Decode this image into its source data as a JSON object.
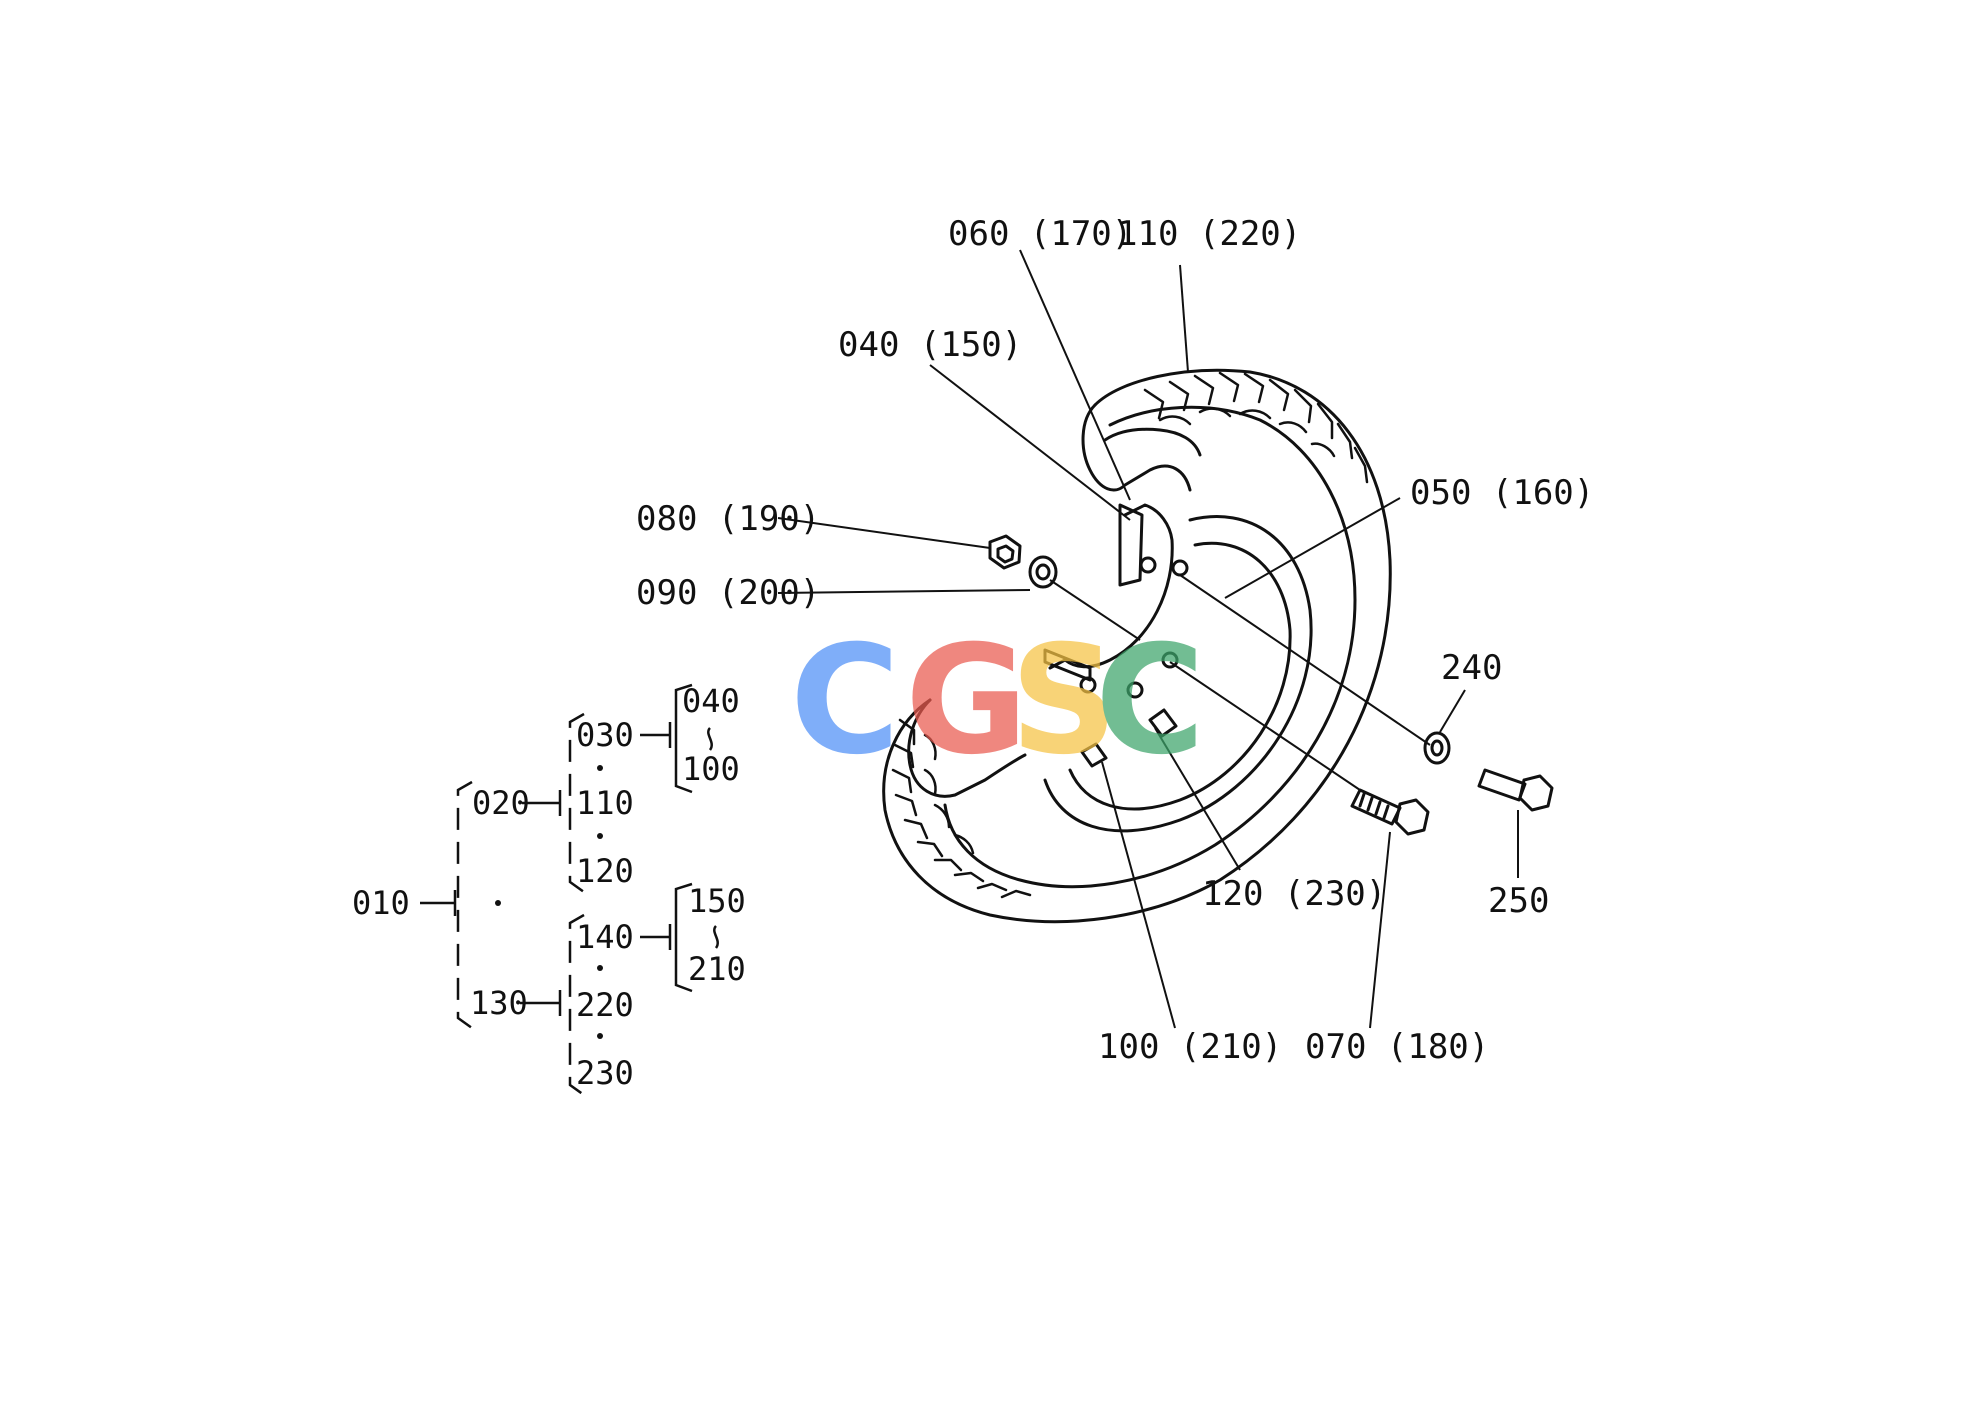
{
  "callouts": {
    "c060": "060 (170)",
    "c110": "110 (220)",
    "c040": "040 (150)",
    "c080": "080 (190)",
    "c090": "090 (200)",
    "c050": "050 (160)",
    "c240": "240",
    "c250": "250",
    "c120": "120 (230)",
    "c100": "100 (210)",
    "c070": "070 (180)"
  },
  "hierarchy": {
    "n010": "010",
    "n020": "020",
    "n130": "130",
    "n030": "030",
    "n110": "110",
    "n120": "120",
    "n140": "140",
    "n220": "220",
    "n230": "230",
    "n040": "040",
    "n100": "100",
    "n150": "150",
    "n210": "210"
  },
  "watermark": {
    "letters": [
      "C",
      "G",
      "S",
      "C"
    ],
    "colors": [
      "#4f8ff7",
      "#ea5a4f",
      "#f6c343",
      "#3da56a"
    ]
  }
}
